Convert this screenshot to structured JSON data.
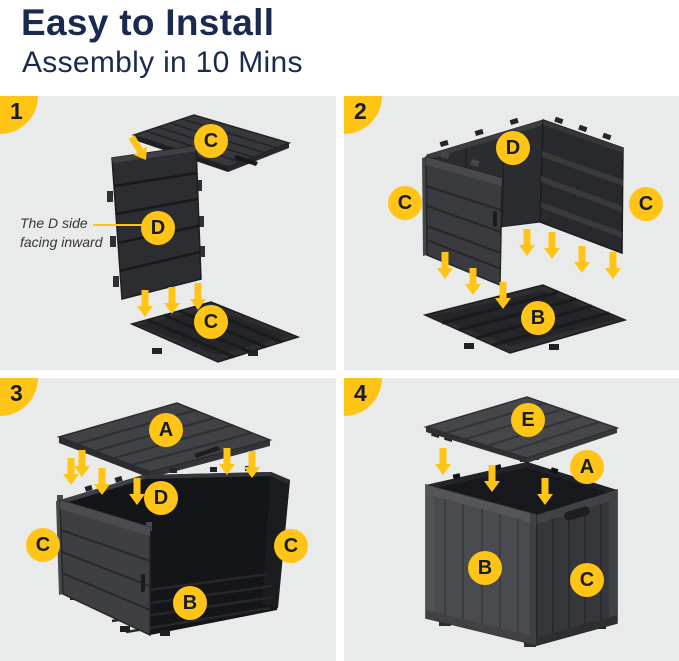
{
  "header": {
    "title": "Easy to Install",
    "subtitle": "Assembly in 10 Mins"
  },
  "colors": {
    "accent": "#FFC516",
    "navy": "#1A2A4F",
    "panel_bg": "#E9EAEA",
    "badge_text": "#171C28",
    "annotation_text": "#36373D"
  },
  "steps": [
    {
      "number": "1",
      "annotation_line1": "The D side",
      "annotation_line2": "facing inward",
      "badges": [
        {
          "letter": "C"
        },
        {
          "letter": "D"
        },
        {
          "letter": "C"
        }
      ]
    },
    {
      "number": "2",
      "badges": [
        {
          "letter": "D"
        },
        {
          "letter": "C"
        },
        {
          "letter": "C"
        },
        {
          "letter": "B"
        }
      ]
    },
    {
      "number": "3",
      "badges": [
        {
          "letter": "A"
        },
        {
          "letter": "D"
        },
        {
          "letter": "C"
        },
        {
          "letter": "C"
        },
        {
          "letter": "B"
        }
      ]
    },
    {
      "number": "4",
      "badges": [
        {
          "letter": "E"
        },
        {
          "letter": "A"
        },
        {
          "letter": "B"
        },
        {
          "letter": "C"
        }
      ]
    }
  ]
}
